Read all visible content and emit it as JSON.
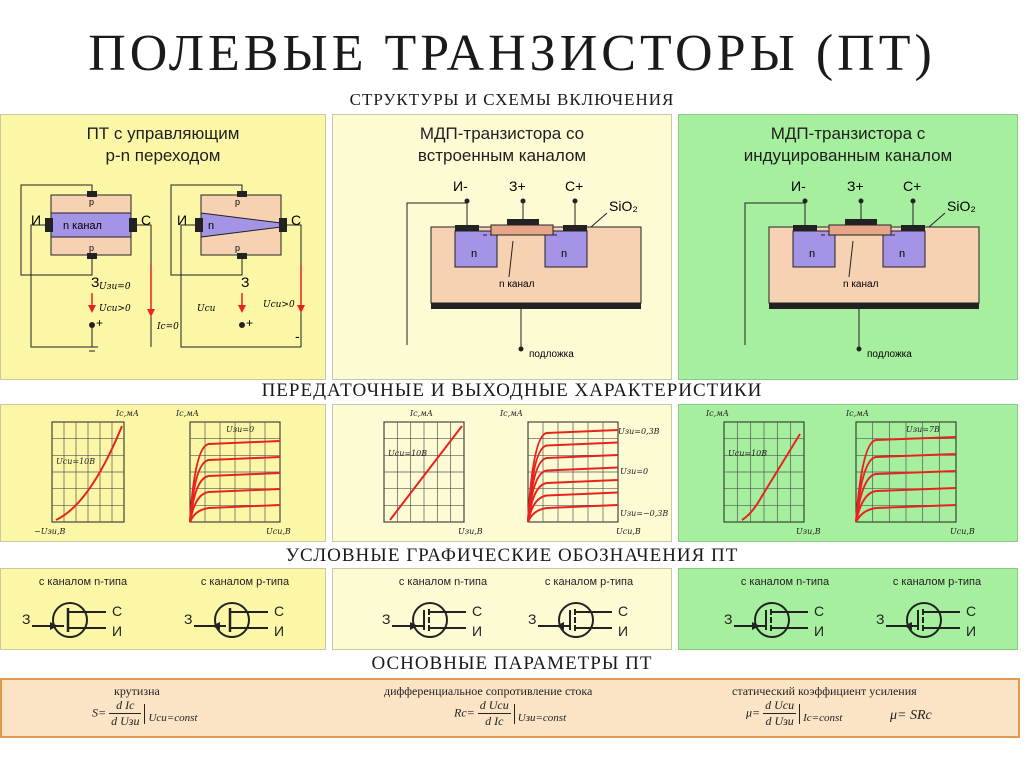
{
  "title": "ПОЛЕВЫЕ ТРАНЗИСТОРЫ (ПТ)",
  "sections": {
    "structures": "СТРУКТУРЫ И СХЕМЫ ВКЛЮЧЕНИЯ",
    "characteristics": "ПЕРЕДАТОЧНЫЕ И ВЫХОДНЫЕ ХАРАКТЕРИСТИКИ",
    "symbols": "УСЛОВНЫЕ ГРАФИЧЕСКИЕ ОБОЗНАЧЕНИЯ ПТ",
    "parameters": "ОСНОВНЫЕ ПАРАМЕТРЫ ПТ"
  },
  "panels": {
    "jfet": {
      "title_line1": "ПТ с управляющим",
      "title_line2": "p-n переходом",
      "label_source": "И",
      "label_drain": "С",
      "label_gate": "З",
      "channel": "n канал",
      "p_top": "p",
      "p_bottom": "p",
      "u_zi_zero": "Uзи=0",
      "u_si_gt": "Uси>0",
      "i_c_zero": "Iс=0",
      "u_si": "Uси",
      "u_si_gt2": "Uси>0",
      "plus": "+",
      "minus": "-"
    },
    "mosfet_built": {
      "title_line1": "МДП-транзистора со",
      "title_line2": "встроенным каналом",
      "label_source": "И-",
      "label_gate": "З+",
      "label_drain": "С+",
      "oxide": "SiO₂",
      "n_left": "n",
      "n_right": "n",
      "channel": "n канал",
      "substrate": "подложка"
    },
    "mosfet_induced": {
      "title_line1": "МДП-транзистора с",
      "title_line2": "индуцированным каналом",
      "label_source": "И-",
      "label_gate": "З+",
      "label_drain": "С+",
      "oxide": "SiO₂",
      "n_left": "n",
      "n_right": "n",
      "channel": "n канал",
      "substrate": "подложка"
    }
  },
  "characteristics": {
    "jfet_transfer": {
      "ylabel": "Iс,мА",
      "xlabel": "−Uзи,В",
      "note": "Uси=10В"
    },
    "jfet_output": {
      "ylabel": "Iс,мА",
      "xlabel": "Uси,В",
      "note": "Uзи=0"
    },
    "built_transfer": {
      "ylabel": "Iс,мА",
      "xlabel": "Uзи,В",
      "note": "Uси=10В"
    },
    "built_output": {
      "ylabel": "Iс,мА",
      "xlabel": "Uси,В",
      "note_top": "Uзи=0,3В",
      "note_mid": "Uзи=0",
      "note_bottom": "Uзи=−0,3В"
    },
    "ind_transfer": {
      "ylabel": "Iс,мА",
      "xlabel": "Uзи,В",
      "note": "Uси=10В"
    },
    "ind_output": {
      "ylabel": "Iс,мА",
      "xlabel": "Uси,В",
      "note": "Uзи=7В"
    },
    "curve_color": "#e8231e"
  },
  "symbols": [
    {
      "caption": "с каналом n-типа",
      "g": "З",
      "d": "С",
      "s": "И"
    },
    {
      "caption": "с каналом p-типа",
      "g": "З",
      "d": "С",
      "s": "И"
    },
    {
      "caption": "с каналом n-типа",
      "g": "З",
      "d": "С",
      "s": "И"
    },
    {
      "caption": "с каналом p-типа",
      "g": "З",
      "d": "С",
      "s": "И"
    },
    {
      "caption": "с каналом n-типа",
      "g": "З",
      "d": "С",
      "s": "И"
    },
    {
      "caption": "с каналом p-типа",
      "g": "З",
      "d": "С",
      "s": "И"
    }
  ],
  "parameters": {
    "slope_caption": "крутизна",
    "slope_lhs": "S=",
    "slope_num": "d Iс",
    "slope_den": "d Uзи",
    "slope_cond": "Uси=const",
    "resist_caption": "дифференциальное сопротивление стока",
    "resist_lhs": "Rс=",
    "resist_num": "d Uси",
    "resist_den": "d Iс",
    "resist_cond": "Uзи=const",
    "gain_caption": "статический коэффициент усиления",
    "gain_lhs": "μ=",
    "gain_num": "d Uси",
    "gain_den": "d Uзи",
    "gain_cond": "Iс=const",
    "gain_rel": "μ= SRс"
  },
  "colors": {
    "yellow": "#fbf7a6",
    "cream": "#fdfbd4",
    "green": "#a6ef9e",
    "orange": "#fbe3c5",
    "channel": "#a593e6",
    "p_region": "#f2c8a6",
    "red": "#e8231e"
  }
}
